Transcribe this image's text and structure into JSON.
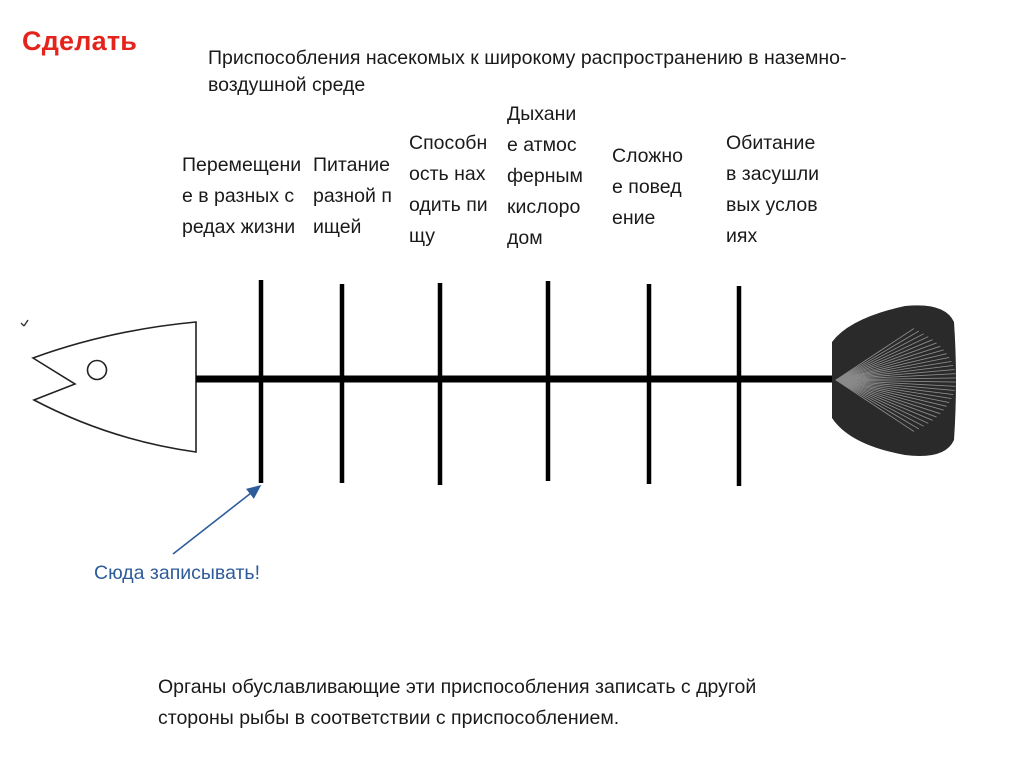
{
  "heading": "Сделать",
  "task": "Приспособления насекомых к широкому распространению в наземно-воздушной среде",
  "categories": [
    "Перемещение в разных средах жизни",
    "Питание разной пищей",
    "Способность находить пищу",
    "Дыхание атмосферным кислородом",
    "Сложное поведение",
    "Обитание в засушливых условиях"
  ],
  "hint": "Сюда записывать!",
  "footnote": "Органы обуславливающие эти приспособления записать с другой стороны рыбы в соответствии с приспособлением.",
  "colors": {
    "heading": "#e4241c",
    "hint": "#2e5c9a",
    "arrow": "#2e5c9a",
    "lines": "#000000"
  }
}
